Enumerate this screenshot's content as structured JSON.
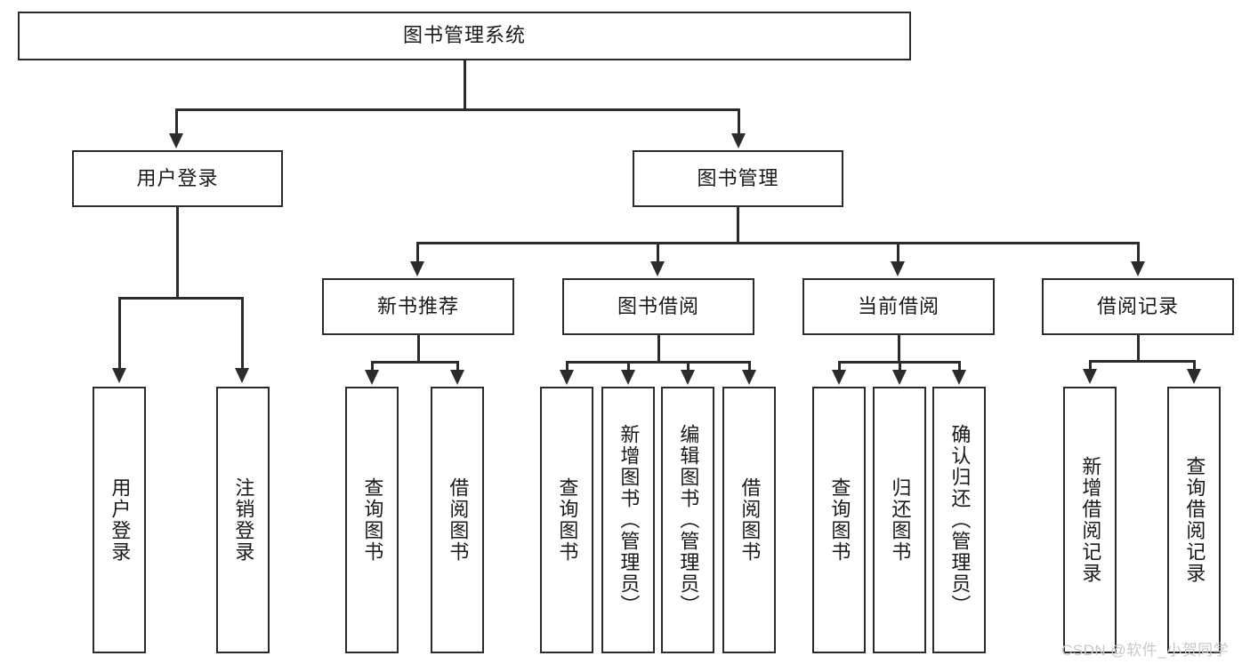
{
  "diagram": {
    "title": "图书管理系统",
    "root": {
      "label": "图书管理系统"
    },
    "level2": [
      {
        "label": "用户登录"
      },
      {
        "label": "图书管理"
      }
    ],
    "level3": [
      {
        "label": "新书推荐"
      },
      {
        "label": "图书借阅"
      },
      {
        "label": "当前借阅"
      },
      {
        "label": "借阅记录"
      }
    ],
    "leaves": {
      "user_login": [
        {
          "label": "用户登录"
        },
        {
          "label": "注销登录"
        }
      ],
      "new_book_recommend": [
        {
          "label": "查询图书"
        },
        {
          "label": "借阅图书"
        }
      ],
      "book_borrow": [
        {
          "label": "查询图书"
        },
        {
          "label": "新增图书（管理员）"
        },
        {
          "label": "编辑图书（管理员）"
        },
        {
          "label": "借阅图书"
        }
      ],
      "current_borrow": [
        {
          "label": "查询图书"
        },
        {
          "label": "归还图书"
        },
        {
          "label": "确认归还（管理员）"
        }
      ],
      "borrow_record": [
        {
          "label": "新增借阅记录"
        },
        {
          "label": "查询借阅记录"
        }
      ]
    }
  },
  "watermark": {
    "text": "CSDN @软件_小贺同学"
  },
  "colors": {
    "stroke": "#2b2b2b",
    "text": "#1a1a1a",
    "background": "#ffffff",
    "watermark": "#c9c9c9"
  }
}
